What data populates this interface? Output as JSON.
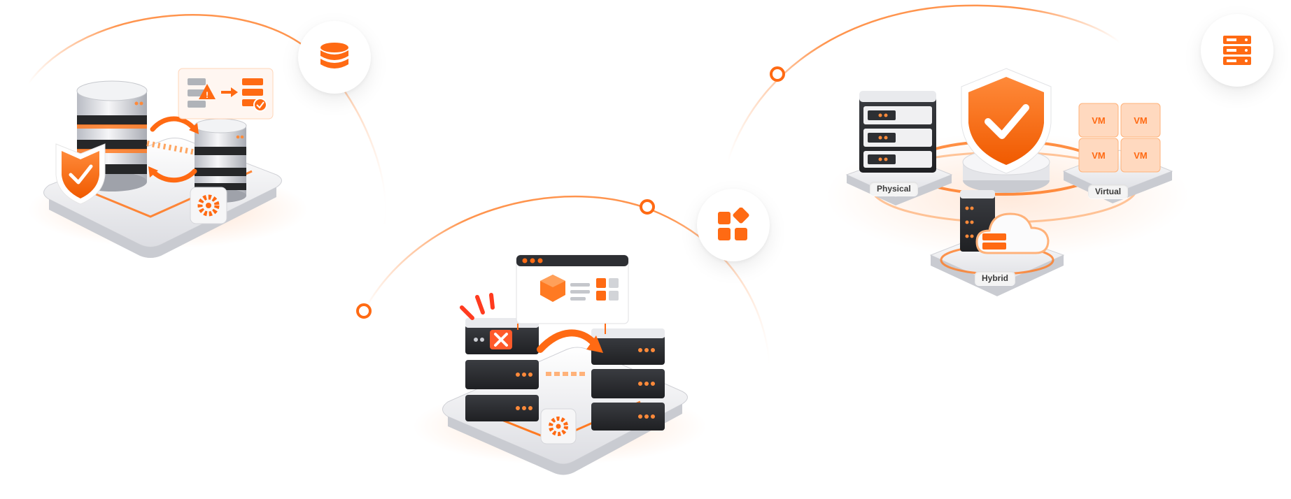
{
  "colors": {
    "accent": "#ff6a13",
    "accent_light": "#ffb27a",
    "steel": "#d9dbe0",
    "dark_rack": "#2d2f33"
  },
  "labels": {
    "physical": "Physical",
    "virtual": "Virtual",
    "hybrid": "Hybrid",
    "vm": "VM"
  },
  "icons": {
    "badge_1": "database-icon",
    "badge_2": "apps-grid-icon",
    "badge_3": "server-rack-icon"
  }
}
